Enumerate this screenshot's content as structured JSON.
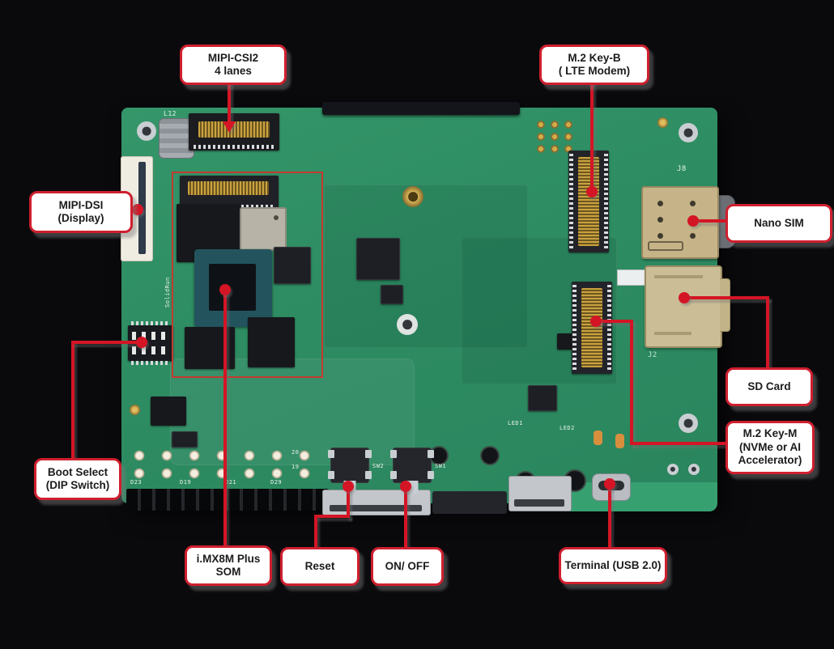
{
  "annotations": [
    {
      "id": "mipi-csi2",
      "text": "MIPI-CSI2\n4 lanes"
    },
    {
      "id": "m2-key-b",
      "text": "M.2 Key-B\n( LTE Modem)"
    },
    {
      "id": "mipi-dsi",
      "text": "MIPI-DSI\n(Display)"
    },
    {
      "id": "nano-sim",
      "text": "Nano SIM"
    },
    {
      "id": "sd-card",
      "text": "SD Card"
    },
    {
      "id": "m2-key-m",
      "text": "M.2 Key-M\n(NVMe or AI\nAccelerator)"
    },
    {
      "id": "boot-select",
      "text": "Boot Select\n(DIP Switch)"
    },
    {
      "id": "som",
      "text": "i.MX8M Plus\nSOM"
    },
    {
      "id": "reset",
      "text": "Reset"
    },
    {
      "id": "on-off",
      "text": "ON/ OFF"
    },
    {
      "id": "terminal",
      "text": "Terminal (USB 2.0)"
    }
  ],
  "silkscreen": {
    "l12": "L12",
    "j8": "J8",
    "j2": "J2",
    "sw2": "SW2",
    "sw1": "SW1",
    "led1": "LED1",
    "led2": "LED2",
    "d23": "D23",
    "d19": "D19",
    "d21": "D21",
    "d29": "D29",
    "pin20": "20",
    "pin19": "19",
    "solidrun": "SolidRun"
  },
  "colors": {
    "background": "#0a0a0d",
    "board": "#2e8d63",
    "label_bg": "#ffffff",
    "label_border": "#cf1f2e",
    "annotation_line": "#d41525",
    "som_outline": "#c43a2e"
  }
}
